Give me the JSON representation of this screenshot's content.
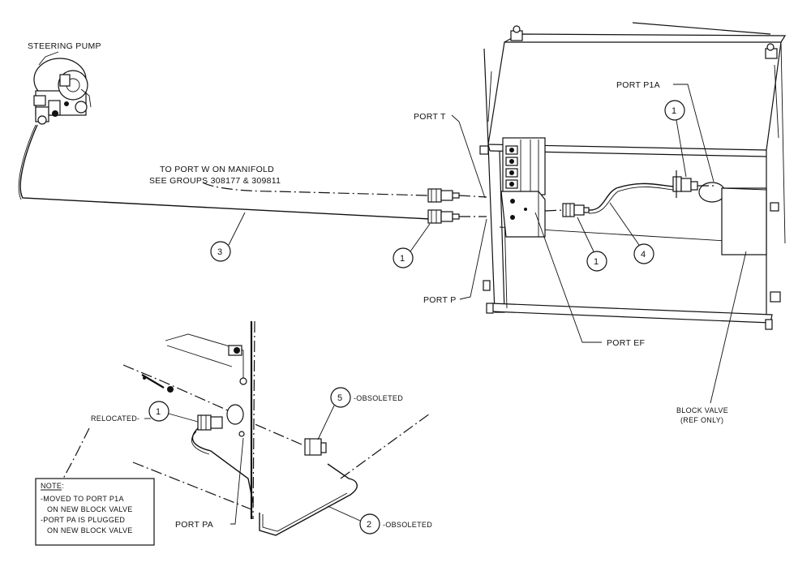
{
  "labels": {
    "steering_pump": "STEERING PUMP",
    "to_port_w_line1": "TO PORT W ON MANIFOLD",
    "to_port_w_line2": "SEE GROUPS 308177 & 309811",
    "port_t": "PORT T",
    "port_p": "PORT P",
    "port_p1a": "PORT P1A",
    "port_ef": "PORT EF",
    "port_pa": "PORT PA",
    "block_valve_line1": "BLOCK VALVE",
    "block_valve_line2": "(REF ONLY)",
    "relocated": "RELOCATED-",
    "obsoleted_5": "-OBSOLETED",
    "obsoleted_2": "-OBSOLETED"
  },
  "callouts": {
    "c1_upper_right": "1",
    "c3": "3",
    "c1_left_fittings": "1",
    "c1_mid": "1",
    "c4": "4",
    "c1_lower": "1",
    "c5": "5",
    "c2": "2"
  },
  "note": {
    "title": "NOTE:",
    "line1": "-MOVED TO PORT P1A",
    "line2": "ON NEW BLOCK VALVE",
    "line3": "-PORT PA IS PLUGGED",
    "line4": "ON NEW BLOCK VALVE"
  }
}
